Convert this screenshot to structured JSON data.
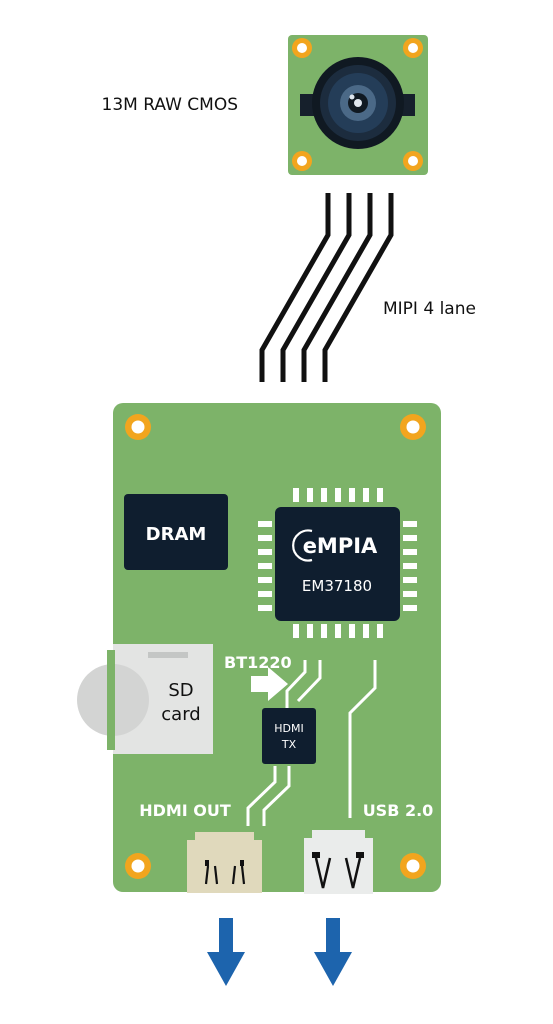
{
  "sensor": {
    "label": "13M RAW CMOS"
  },
  "interface": {
    "label": "MIPI 4 lane"
  },
  "board": {
    "dram_label": "DRAM",
    "chip": {
      "logo": "eMPIA",
      "model": "EM37180"
    },
    "bt_label": "BT1220",
    "sd_label_1": "SD",
    "sd_label_2": "card",
    "hdmi_tx_1": "HDMI",
    "hdmi_tx_2": "TX",
    "hdmi_out_label": "HDMI OUT",
    "usb_label": "USB 2.0"
  },
  "colors": {
    "pcb": "#7db369",
    "pcb_dark": "#6ea45a",
    "chip": "#0f1e2f",
    "pad": "#f2a51e",
    "arrow": "#1d64ad",
    "hdmi_port": "#e0d9bc",
    "usb_port": "#eaeceb",
    "sd_card": "#e3e4e3"
  }
}
